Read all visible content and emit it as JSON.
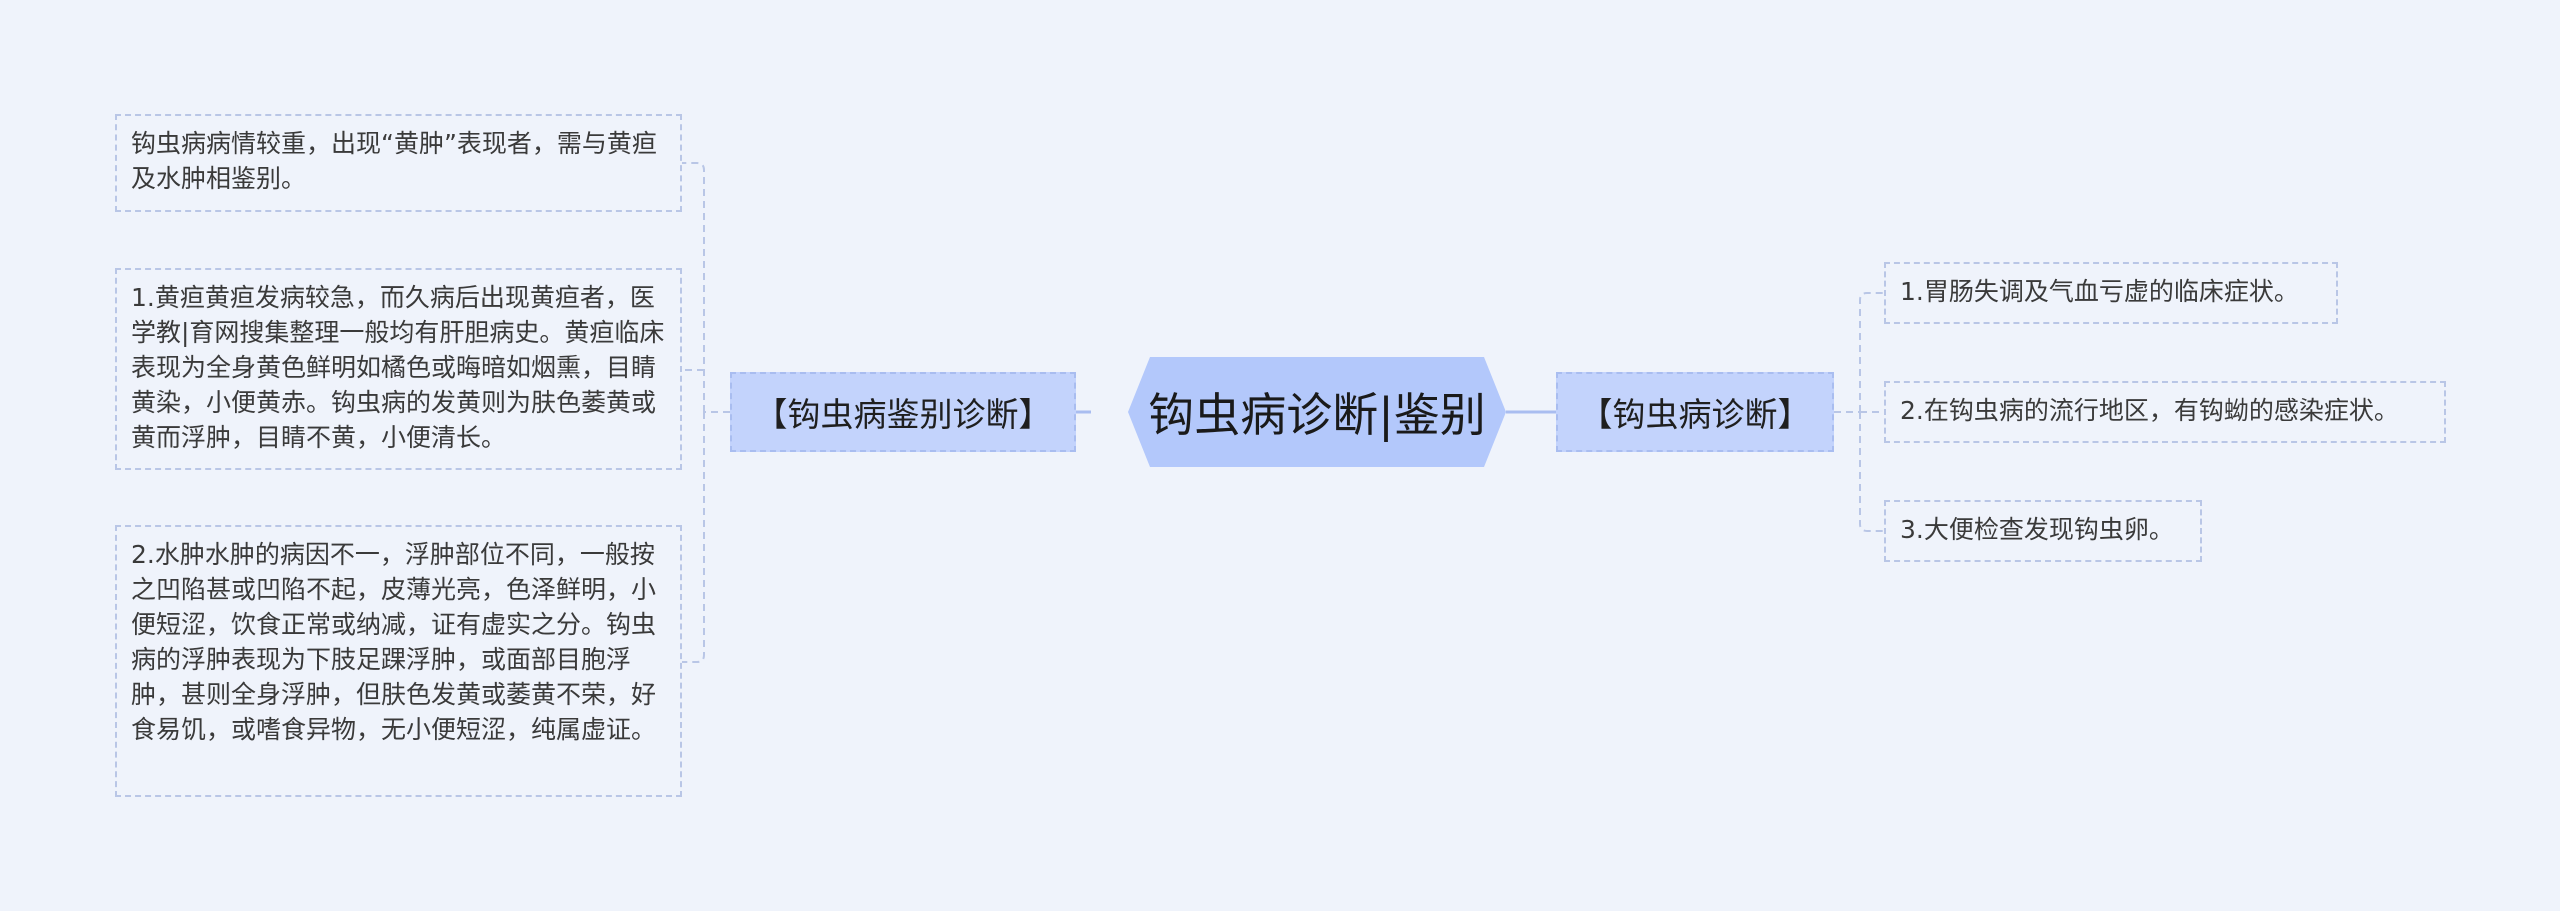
{
  "root": {
    "label": "钩虫病诊断|鉴别"
  },
  "left_branch": {
    "label": "【钩虫病鉴别诊断】",
    "items": [
      "钩虫病病情较重，出现“黄肿”表现者，需与黄疸及水肿相鉴别。",
      "1.黄疸黄疸发病较急，而久病后出现黄疸者，医学教|育网搜集整理一般均有肝胆病史。黄疸临床表现为全身黄色鲜明如橘色或晦暗如烟熏，目睛黄染，小便黄赤。钩虫病的发黄则为肤色萎黄或黄而浮肿，目睛不黄，小便清长。",
      "2.水肿水肿的病因不一，浮肿部位不同，一般按之凹陷甚或凹陷不起，皮薄光亮，色泽鲜明，小便短涩，饮食正常或纳减，证有虚实之分。钩虫病的浮肿表现为下肢足踝浮肿，或面部目胞浮肿，甚则全身浮肿，但肤色发黄或萎黄不荣，好食易饥，或嗜食异物，无小便短涩，纯属虚证。"
    ]
  },
  "right_branch": {
    "label": "【钩虫病诊断】",
    "items": [
      "1.胃肠失调及气血亏虚的临床症状。",
      "2.在钩虫病的流行地区，有钩蚴的感染症状。",
      "3.大便检查发现钩虫卵。"
    ]
  },
  "colors": {
    "background": "#eff3fb",
    "root_fill": "#b3c8fb",
    "branch_fill": "#c3d3fc",
    "leaf_border": "#b9c6e6",
    "connector": "#a9bdf0"
  }
}
